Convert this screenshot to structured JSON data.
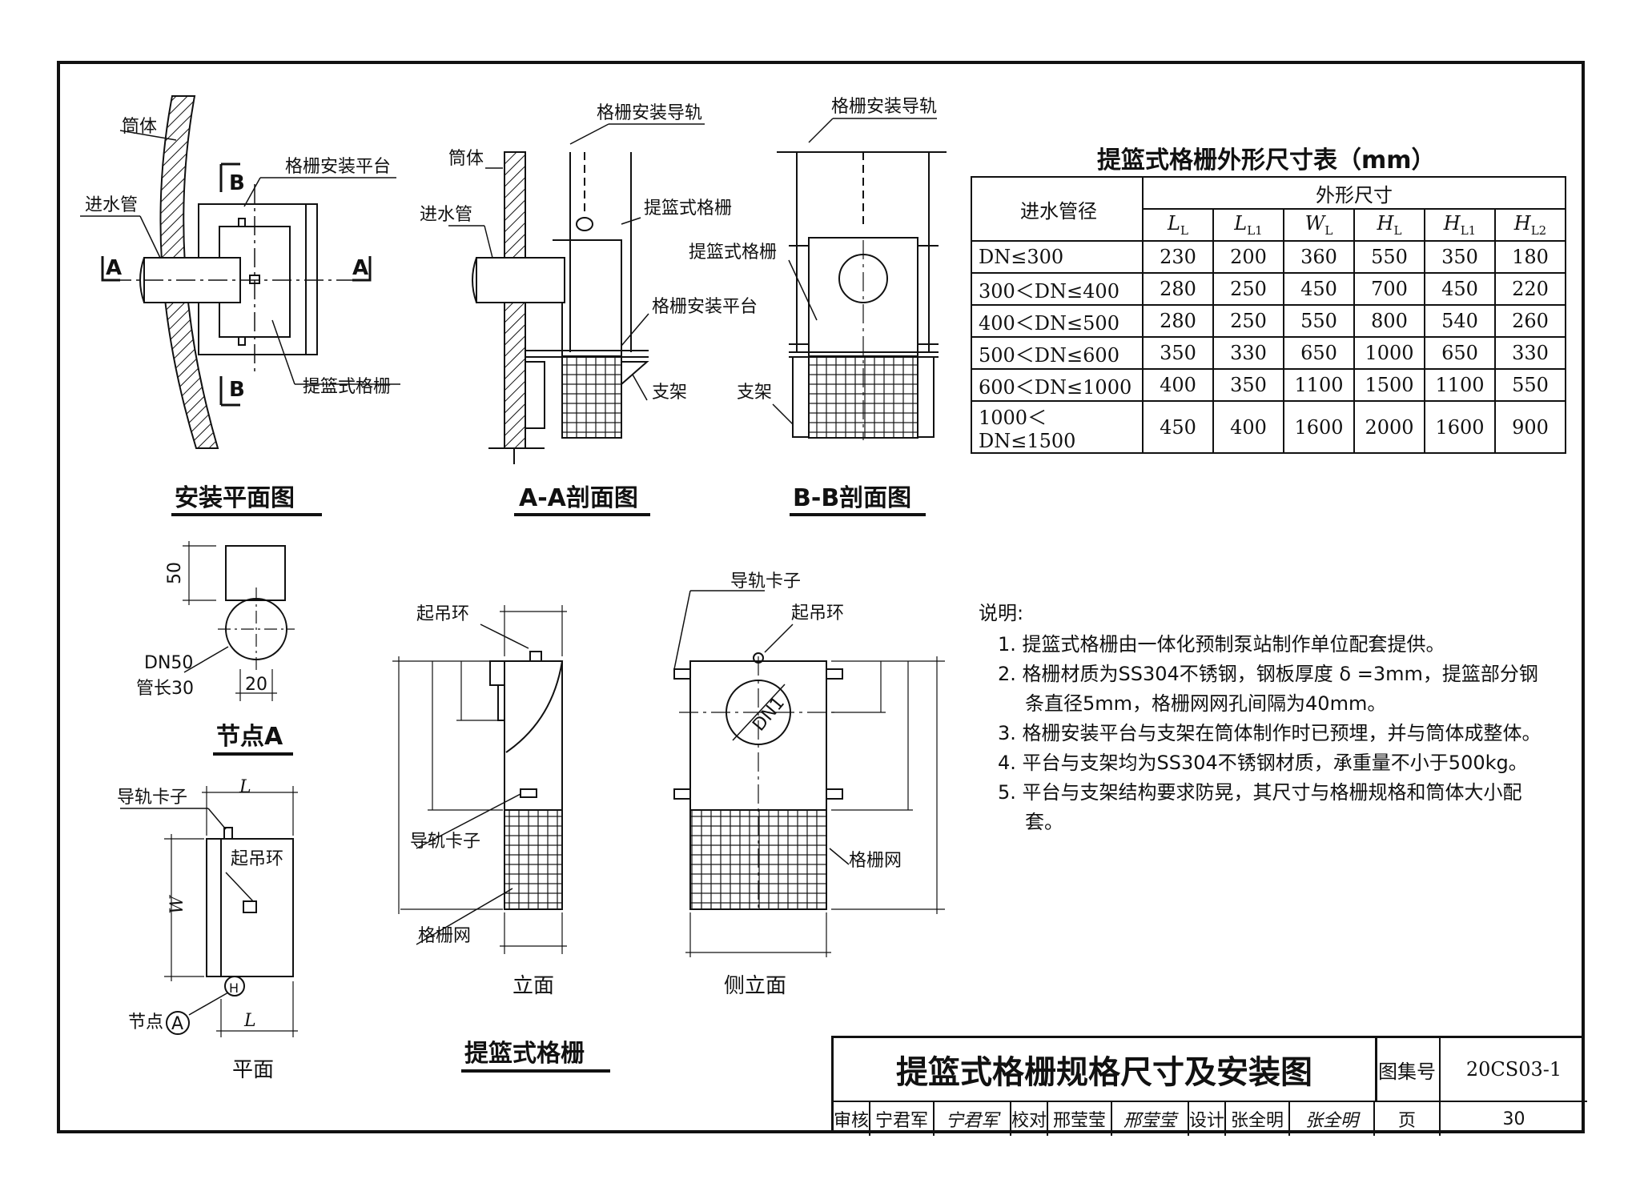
{
  "drawing": {
    "plan_view": {
      "title": "安装平面图",
      "labels": {
        "shell": "筒体",
        "platform": "格栅安装平台",
        "inlet": "进水管",
        "grate": "提篮式格栅",
        "sec_a_left": "A",
        "sec_a_right": "A",
        "sec_b_top": "B",
        "sec_b_bottom": "B"
      }
    },
    "section_aa": {
      "title": "A-A剖面图",
      "labels": {
        "rail": "格栅安装导轨",
        "shell": "筒体",
        "inlet": "进水管",
        "grate": "提篮式格栅",
        "platform": "格栅安装平台",
        "support": "支架"
      }
    },
    "section_bb": {
      "title": "B-B剖面图",
      "labels": {
        "rail": "格栅安装导轨",
        "grate": "提篮式格栅",
        "support": "支架"
      }
    },
    "node_a": {
      "title": "节点A",
      "labels": {
        "dim50": "50",
        "pipe": "DN50",
        "pipe_len": "管长30",
        "dim20": "20"
      }
    },
    "basket_plan": {
      "title": "平面",
      "labels": {
        "clip": "导轨卡子",
        "ring": "起吊环",
        "node": "节点",
        "node_mark": "A",
        "circle_mark": "H"
      }
    },
    "elevation": {
      "title": "立面",
      "labels": {
        "ring": "起吊环",
        "clip": "导轨卡子",
        "mesh": "格栅网"
      }
    },
    "side_elevation": {
      "title": "侧立面",
      "labels": {
        "clip": "导轨卡子",
        "ring": "起吊环",
        "mesh": "格栅网",
        "dn": "DN1"
      }
    },
    "group_title": "提篮式格栅"
  },
  "table": {
    "title": "提篮式格栅外形尺寸表（mm）",
    "row_header": "进水管径",
    "group_header": "外形尺寸",
    "columns": [
      {
        "main": "L",
        "sub": "L"
      },
      {
        "main": "L",
        "sub": "L1"
      },
      {
        "main": "W",
        "sub": "L"
      },
      {
        "main": "H",
        "sub": "L"
      },
      {
        "main": "H",
        "sub": "L1"
      },
      {
        "main": "H",
        "sub": "L2"
      }
    ],
    "rows": [
      {
        "dn": "DN≤300",
        "values": [
          "230",
          "200",
          "360",
          "550",
          "350",
          "180"
        ]
      },
      {
        "dn": "300＜DN≤400",
        "values": [
          "280",
          "250",
          "450",
          "700",
          "450",
          "220"
        ]
      },
      {
        "dn": "400＜DN≤500",
        "values": [
          "280",
          "250",
          "550",
          "800",
          "540",
          "260"
        ]
      },
      {
        "dn": "500＜DN≤600",
        "values": [
          "350",
          "330",
          "650",
          "1000",
          "650",
          "330"
        ]
      },
      {
        "dn": "600＜DN≤1000",
        "values": [
          "400",
          "350",
          "1100",
          "1500",
          "1100",
          "550"
        ]
      },
      {
        "dn": "1000＜DN≤1500",
        "values": [
          "450",
          "400",
          "1600",
          "2000",
          "1600",
          "900"
        ]
      }
    ]
  },
  "notes": {
    "heading": "说明:",
    "items": [
      "1. 提篮式格栅由一体化预制泵站制作单位配套提供。",
      "2. 格栅材质为SS304不锈钢，钢板厚度 δ =3mm，提篮部分钢条直径5mm，格栅网网孔间隔为40mm。",
      "3. 格栅安装平台与支架在筒体制作时已预埋，并与筒体成整体。",
      "4. 平台与支架均为SS304不锈钢材质，承重量不小于500kg。",
      "5. 平台与支架结构要求防晃，其尺寸与格栅规格和筒体大小配套。"
    ]
  },
  "title_block": {
    "title": "提篮式格栅规格尺寸及安装图",
    "atlas_label": "图集号",
    "atlas_no": "20CS03-1",
    "review_label": "审核",
    "reviewer": "宁君军",
    "reviewer_sig": "宁君军",
    "check_label": "校对",
    "checker": "邢莹莹",
    "checker_sig": "邢莹莹",
    "design_label": "设计",
    "designer": "张全明",
    "designer_sig": "张全明",
    "page_label": "页",
    "page_no": "30"
  }
}
